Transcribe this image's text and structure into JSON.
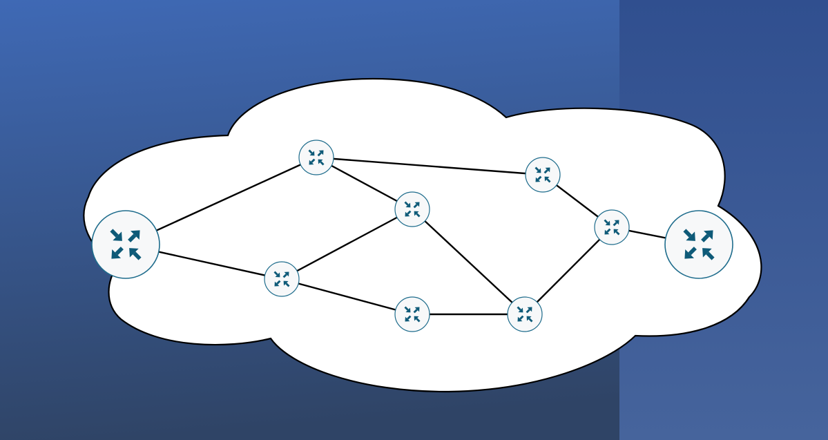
{
  "colors": {
    "background_top": "#3F69B5",
    "background_bottom": "#2F4466",
    "panel_top": "#304F8F",
    "panel_bottom": "#46649C",
    "cloud_fill": "#FFFFFF",
    "outline": "#000000",
    "router_fill": "#F7F8F9",
    "router_stroke": "#1E6C8C",
    "router_arrows": "#0E5A78"
  },
  "icon": "router-icon",
  "network": {
    "routers": [
      {
        "id": "edge-left",
        "role": "edge"
      },
      {
        "id": "core-1",
        "role": "core"
      },
      {
        "id": "core-2",
        "role": "core"
      },
      {
        "id": "core-3",
        "role": "core"
      },
      {
        "id": "core-4",
        "role": "core"
      },
      {
        "id": "core-5",
        "role": "core"
      },
      {
        "id": "core-6",
        "role": "core"
      },
      {
        "id": "core-7",
        "role": "core"
      },
      {
        "id": "edge-right",
        "role": "edge"
      }
    ],
    "links": [
      [
        "edge-left",
        "core-1"
      ],
      [
        "edge-left",
        "core-4"
      ],
      [
        "core-1",
        "core-2"
      ],
      [
        "core-1",
        "core-3"
      ],
      [
        "core-4",
        "core-2"
      ],
      [
        "core-4",
        "core-5"
      ],
      [
        "core-5",
        "core-6"
      ],
      [
        "core-2",
        "core-6"
      ],
      [
        "core-3",
        "core-7"
      ],
      [
        "core-6",
        "core-7"
      ],
      [
        "core-7",
        "edge-right"
      ]
    ]
  }
}
